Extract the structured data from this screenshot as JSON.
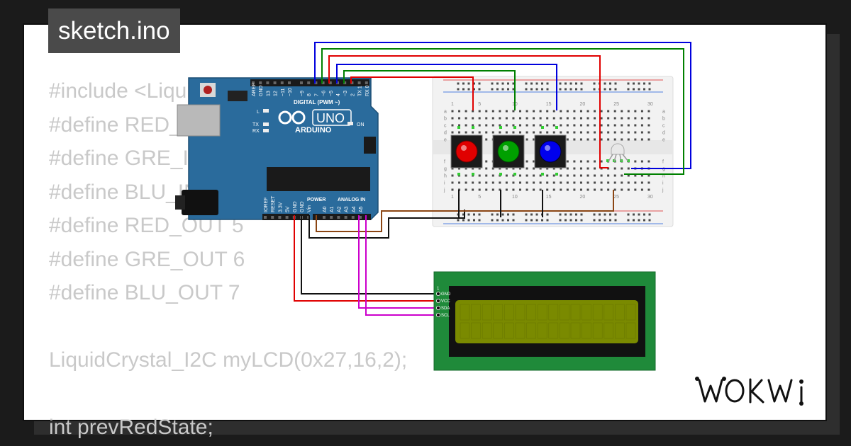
{
  "file_tab": {
    "label": "sketch.ino"
  },
  "code_lines": [
    "#include <LiquidCrystal_I2C.h>",
    "#define RED_IN 2",
    "#define GRE_IN 3",
    "#define BLU_IN 4",
    "#define RED_OUT 5",
    "#define GRE_OUT 6",
    "#define BLU_OUT 7",
    "",
    "LiquidCrystal_I2C myLCD(0x27,16,2);",
    "",
    "int prevRedState;"
  ],
  "brand": {
    "name": "WOKWI"
  },
  "arduino": {
    "name": "ARDUINO",
    "model": "UNO",
    "digital_header": "DIGITAL (PWM ~)",
    "power_header": "POWER",
    "analog_header": "ANALOG IN",
    "led_l": "L",
    "led_tx": "TX",
    "led_rx": "RX",
    "led_on": "ON",
    "top_pins": [
      "AREF",
      "GND",
      "13",
      "12",
      "~11",
      "~10",
      "~9",
      "8",
      "7",
      "~6",
      "~5",
      "4",
      "~3",
      "2",
      "TX 1",
      "RX 0"
    ],
    "bottom_pins": [
      "IOREF",
      "RESET",
      "3.3V",
      "5V",
      "GND",
      "GND",
      "Vin",
      "A0",
      "A1",
      "A2",
      "A3",
      "A4",
      "A5"
    ]
  },
  "breadboard": {
    "column_numbers": [
      "1",
      "5",
      "10",
      "15",
      "20",
      "25",
      "30"
    ],
    "row_letters_top": [
      "a",
      "b",
      "c",
      "d",
      "e"
    ],
    "row_letters_bottom": [
      "f",
      "g",
      "h",
      "i",
      "j"
    ]
  },
  "buttons": [
    {
      "name": "red",
      "color": "#e00000"
    },
    {
      "name": "green",
      "color": "#00a000"
    },
    {
      "name": "blue",
      "color": "#0000ee"
    }
  ],
  "lcd": {
    "pins": [
      "GND",
      "VCC",
      "SDA",
      "SCL"
    ],
    "pin1_label": "1",
    "board_color": "#1f8a3a",
    "screen_color": "#7a8a00"
  },
  "colors": {
    "arduino_blue": "#2a6b9c",
    "wire_red": "#e00000",
    "wire_green": "#008000",
    "wire_blue": "#0000dd",
    "wire_black": "#111111",
    "wire_magenta": "#cc00cc",
    "wire_brown": "#8b4513"
  }
}
